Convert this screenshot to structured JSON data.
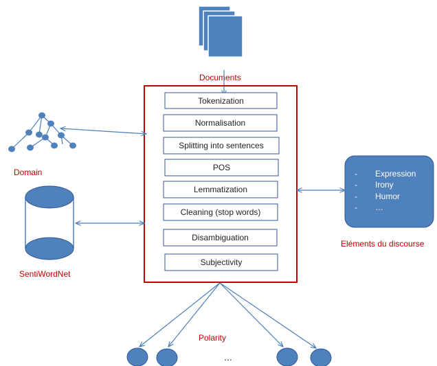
{
  "labels": {
    "documents": "Documents",
    "domain": "Domain",
    "sentiwordnet": "SentiWordNet",
    "discourse": "Eléments du discourse",
    "polarity": "Polarity",
    "ellipsis": "..."
  },
  "steps": [
    "Tokenization",
    "Normalisation",
    "Splitting into sentences",
    "POS",
    "Lemmatization",
    "Cleaning (stop words)",
    "Disambiguation",
    "Subjectivity"
  ],
  "discourse_items": [
    {
      "bullet": "-",
      "text": "Expression"
    },
    {
      "bullet": "-",
      "text": "Irony"
    },
    {
      "bullet": "-",
      "text": "Humor"
    },
    {
      "bullet": "-",
      "text": "…"
    }
  ],
  "colors": {
    "shape_fill": "#4f81bd",
    "shape_stroke": "#2f5597",
    "frame": "#c00000",
    "label_red": "#c00000",
    "connector": "#4a7ebb"
  }
}
